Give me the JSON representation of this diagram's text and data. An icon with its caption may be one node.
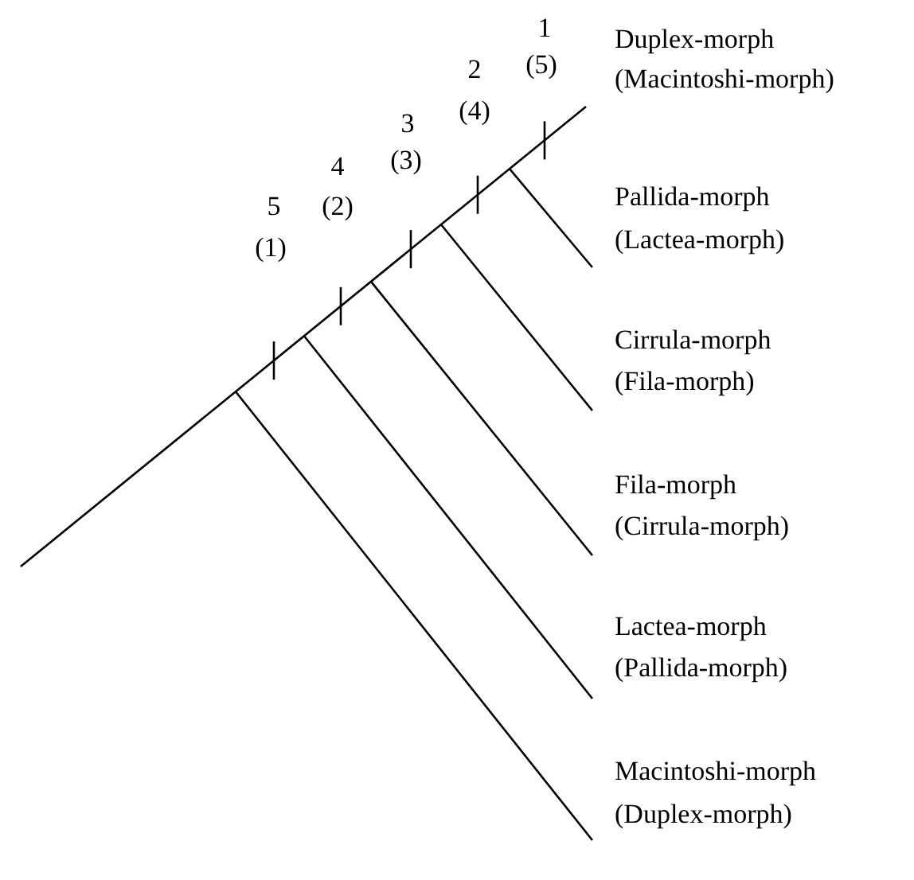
{
  "diagram": {
    "labels": [
      "1",
      "2",
      "(5)",
      "Duplex-morph",
      "(Macintoshi-morph)",
      "3",
      "(4)",
      "4",
      "(3)",
      "5",
      "(2)",
      "(1)",
      "Pallida-morph",
      "(Lactea-morph)",
      "Cirrula-morph",
      "(Fila-morph)",
      "Fila-morph",
      "(Cirrula-morph)",
      "Lactea-morph",
      "(Pallida-morph)",
      "Macintoshi-morph",
      "(Duplex-morph)"
    ]
  }
}
